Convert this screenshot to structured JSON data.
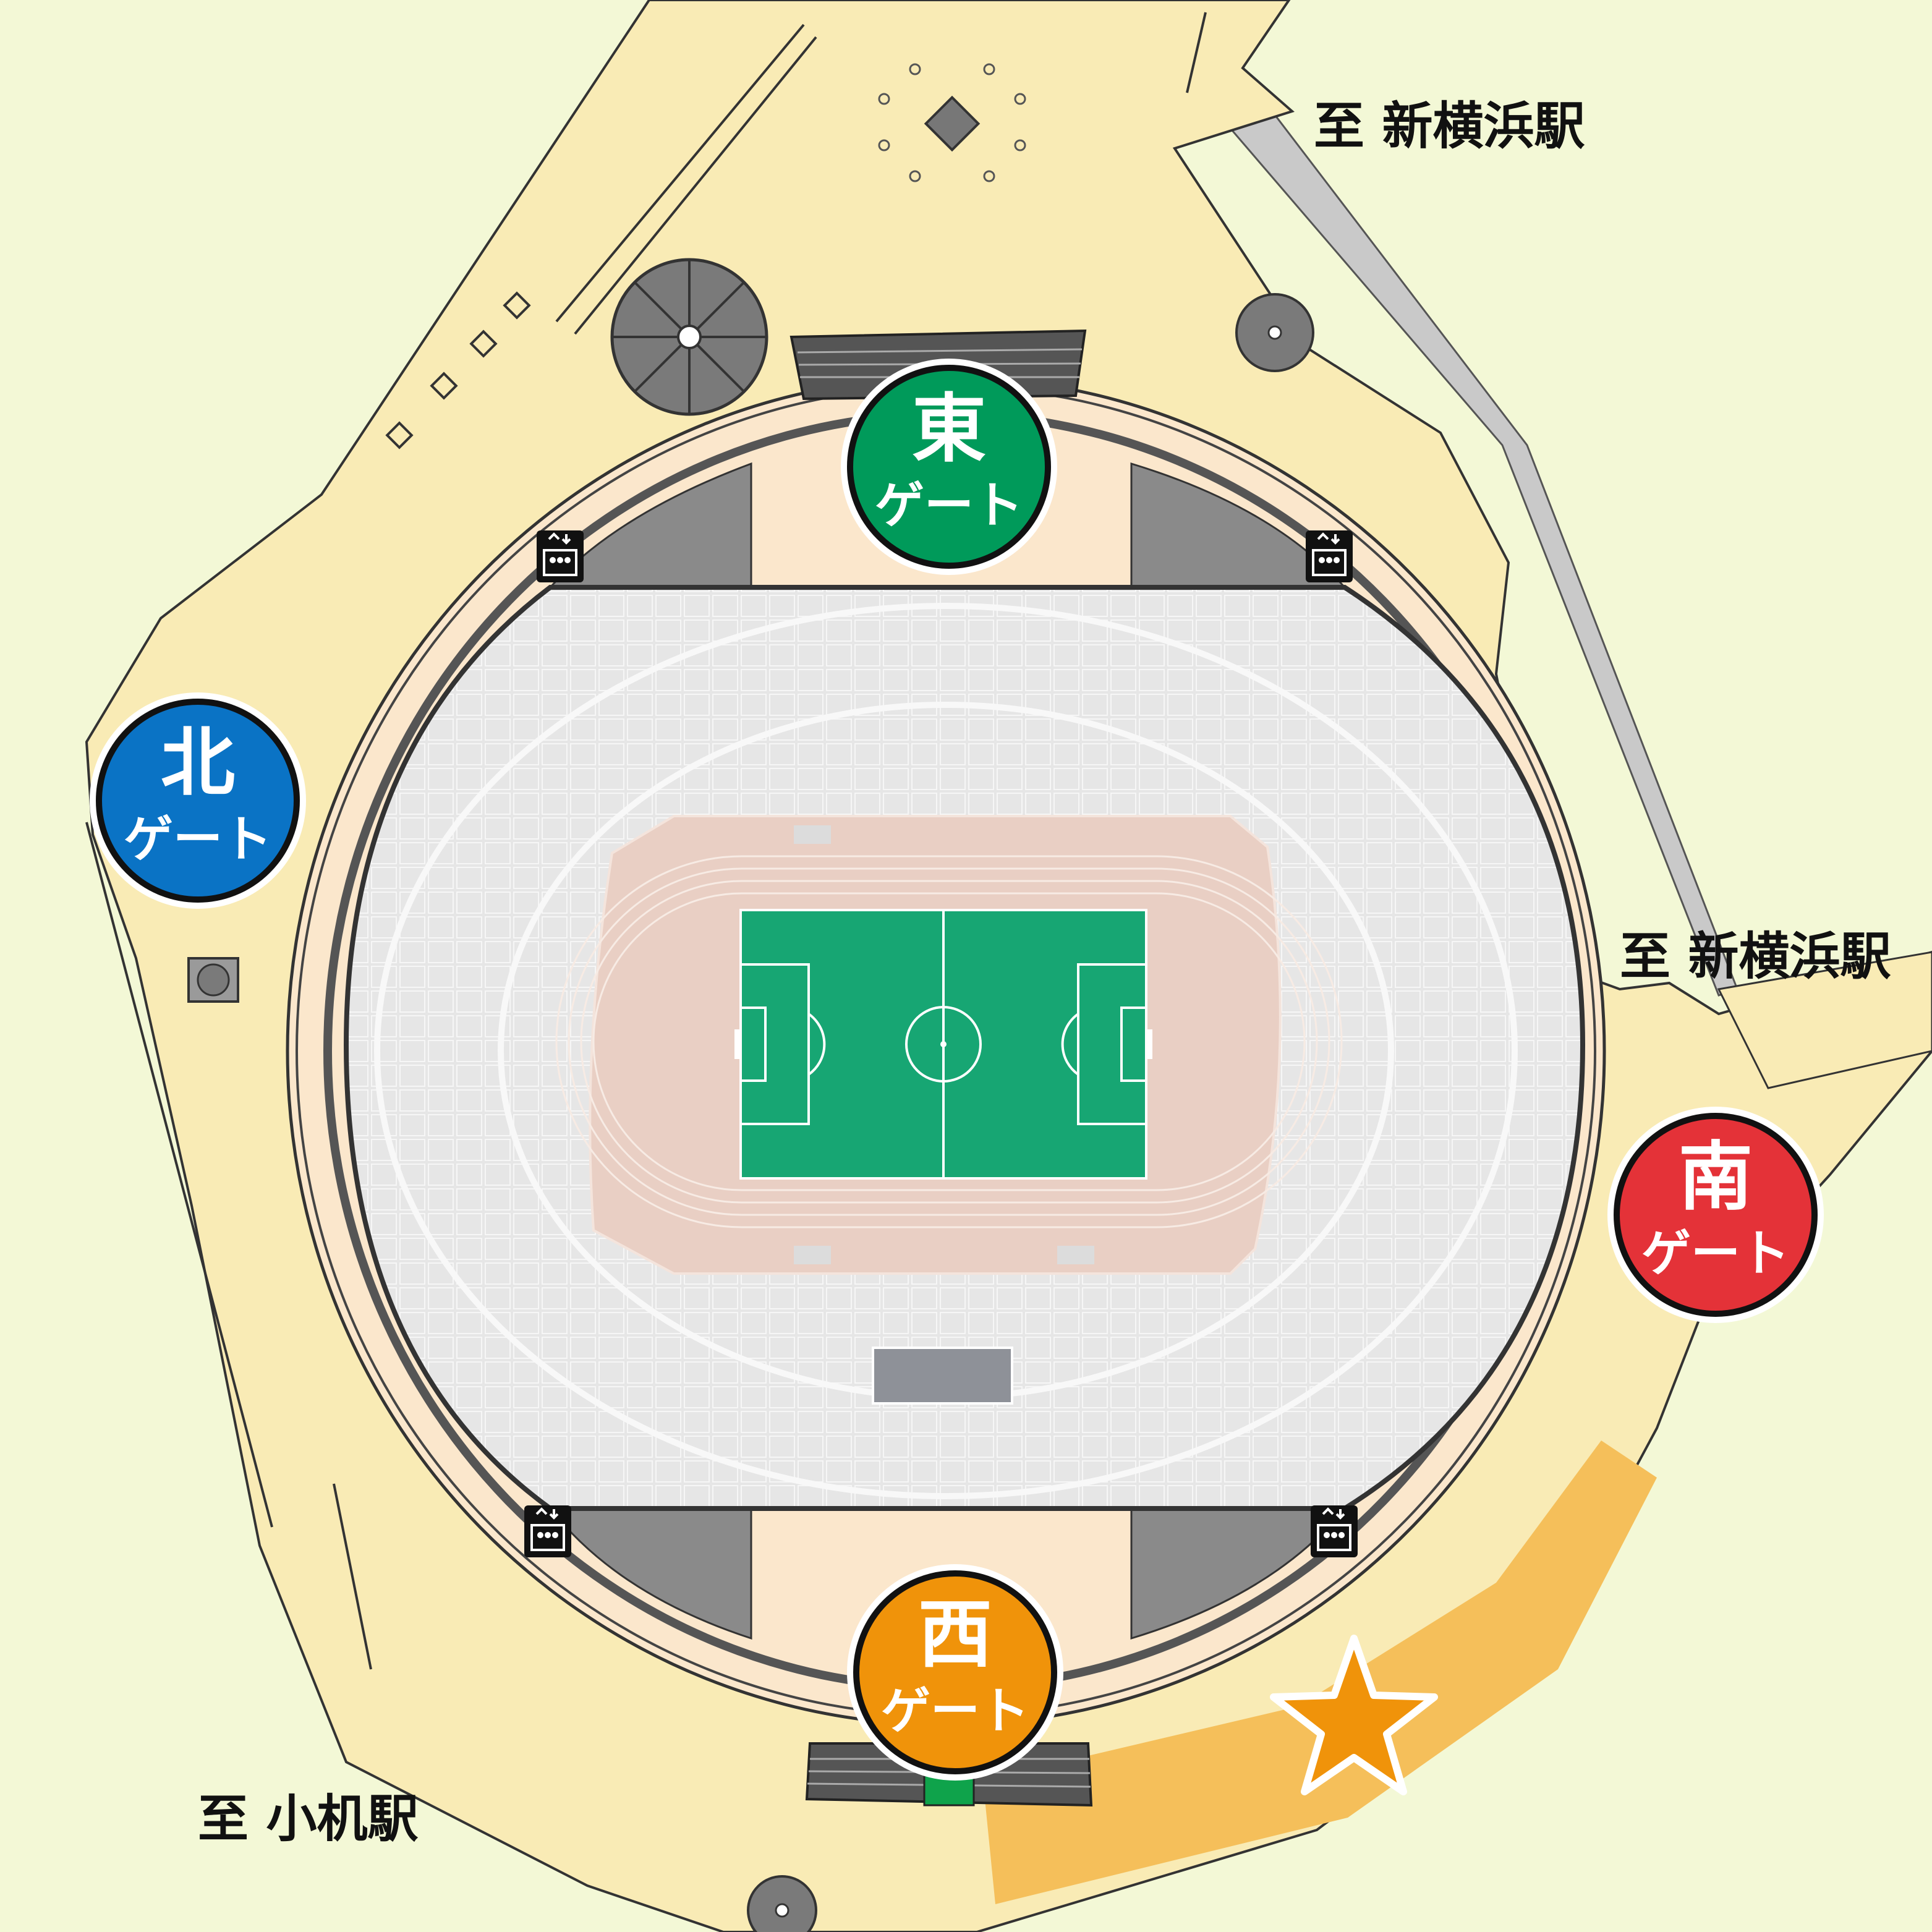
{
  "colors": {
    "background": "#f3f8d6",
    "plaza": "#f9ebb5",
    "concourse": "#fbe7cc",
    "stands": "#e9e9e9",
    "track": "#e9cfc4",
    "pitch": "#17a673",
    "road": "#c9c9c9",
    "highlight": "#f5bf5a"
  },
  "directions": {
    "north_top": "至 新横浜駅",
    "east_right": "至 新横浜駅",
    "southwest": "至 小机駅"
  },
  "gates": [
    {
      "id": "east",
      "kanji": "東",
      "sub": "ゲート",
      "color": "#009a5a"
    },
    {
      "id": "north",
      "kanji": "北",
      "sub": "ゲート",
      "color": "#0a73c5"
    },
    {
      "id": "south",
      "kanji": "南",
      "sub": "ゲート",
      "color": "#e43238"
    },
    {
      "id": "west",
      "kanji": "西",
      "sub": "ゲート",
      "color": "#f0930a"
    }
  ],
  "icons": {
    "elevator": "elevator-icon",
    "marker": "star-icon",
    "star_color": "#f0930a"
  }
}
